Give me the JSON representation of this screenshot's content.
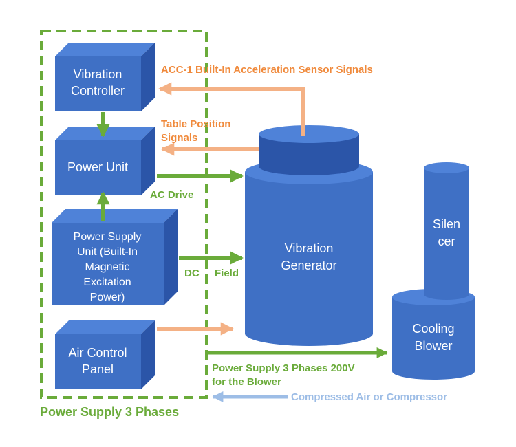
{
  "colors": {
    "box_front": "#3f70c5",
    "box_top": "#4f82d8",
    "box_side": "#2b55a8",
    "green": "#6aab3a",
    "orange": "#f4b185",
    "orange_text": "#f08a3c",
    "light_blue": "#9dbde6"
  },
  "boundary": {
    "title": "Power Supply 3 Phases"
  },
  "boxes": {
    "vibration_controller": [
      "Vibration",
      "Controller"
    ],
    "power_unit": [
      "Power Unit"
    ],
    "power_supply_unit": [
      "Power Supply",
      "Unit (Built-In",
      "Magnetic",
      "Excitation",
      "Power)"
    ],
    "air_control_panel": [
      "Air Control",
      "Panel"
    ]
  },
  "cylinders": {
    "vibration_generator": [
      "Vibration",
      "Generator"
    ],
    "silencer": [
      "Silen",
      "cer"
    ],
    "cooling_blower": [
      "Cooling",
      "Blower"
    ]
  },
  "labels": {
    "acc_signals": "ACC-1 Built-In Acceleration Sensor Signals",
    "table_position": [
      "Table Position",
      "Signals"
    ],
    "ac_drive": "AC Drive",
    "dc_field_left": "DC",
    "dc_field_right": "Field",
    "blower_power": [
      "Power Supply 3 Phases 200V",
      "for the Blower"
    ],
    "compressed_air": "Compressed Air or Compressor"
  }
}
